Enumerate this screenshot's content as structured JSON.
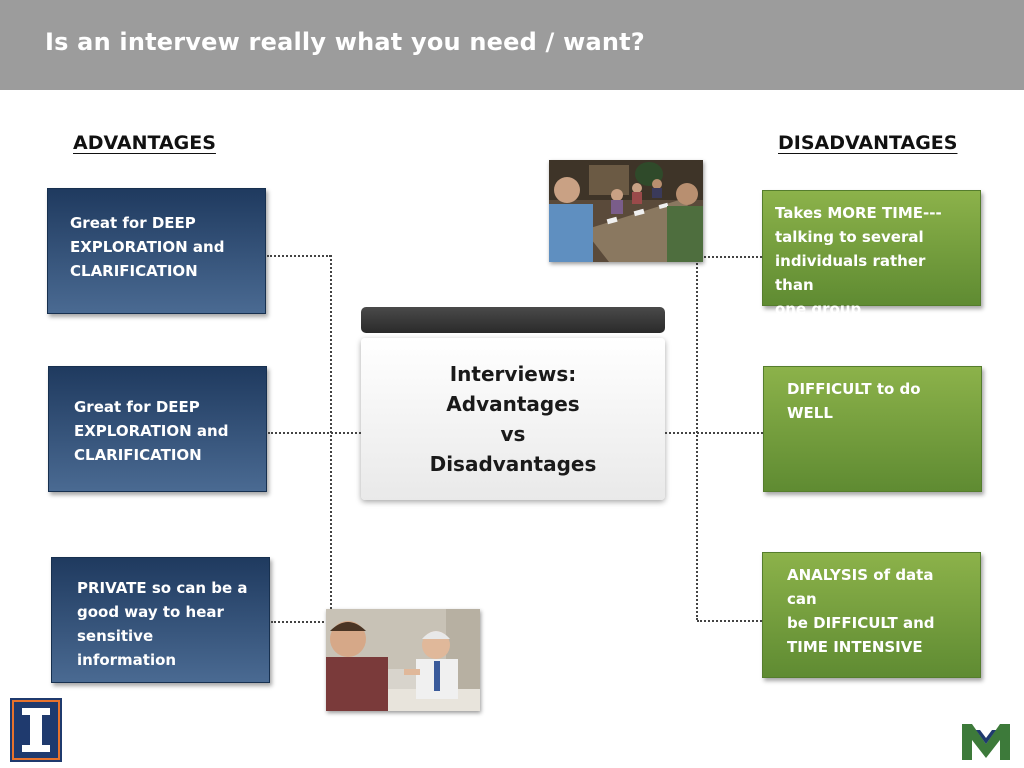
{
  "header": {
    "title": "Is an intervew really what you need / want?"
  },
  "columns": {
    "advantages_heading": "ADVANTAGES",
    "disadvantages_heading": "DISADVANTAGES"
  },
  "advantages": [
    {
      "lines": [
        "Great for DEEP",
        "EXPLORATION and",
        "CLARIFICATION"
      ]
    },
    {
      "lines": [
        "Great for DEEP",
        "EXPLORATION and",
        "CLARIFICATION"
      ]
    },
    {
      "lines": [
        "PRIVATE so can be a",
        "good way to hear",
        "sensitive information"
      ]
    }
  ],
  "disadvantages": [
    {
      "lines": [
        "Takes MORE TIME---",
        "talking to several",
        "individuals rather than",
        "one  group"
      ]
    },
    {
      "lines": [
        "DIFFICULT to do WELL"
      ]
    },
    {
      "lines": [
        "ANALYSIS of data can",
        "be DIFFICULT and",
        "TIME INTENSIVE"
      ]
    }
  ],
  "center": {
    "lines": [
      "Interviews:",
      "Advantages",
      "vs",
      "Disadvantages"
    ]
  },
  "images": {
    "group_photo": "group-meeting-photo",
    "pair_photo": "one-on-one-interview-photo"
  },
  "logos": {
    "left": "university-i-logo",
    "right": "m-logo"
  },
  "colors": {
    "header_bg": "#9c9c9c",
    "advantage_box": "#2c4a72",
    "disadvantage_box": "#76a03f",
    "center_bar": "#333333",
    "logo_orange": "#e8722c",
    "logo_blue": "#1f3a6e",
    "logo_green": "#3d7a3a"
  }
}
